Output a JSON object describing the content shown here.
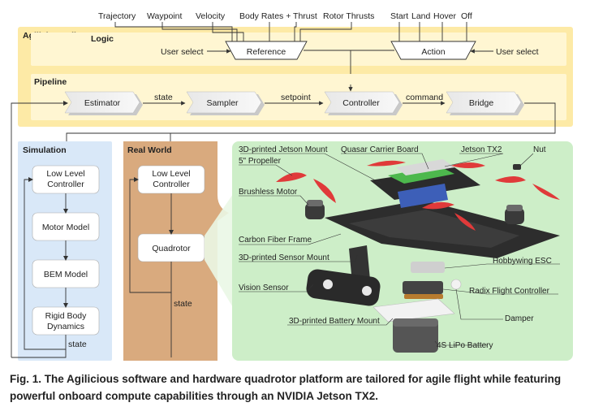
{
  "inputs": {
    "trajectory": "Trajectory",
    "waypoint": "Waypoint",
    "velocity": "Velocity",
    "body_rates_thrust": "Body Rates + Thrust",
    "rotor_thrusts": "Rotor Thrusts",
    "start": "Start",
    "land": "Land",
    "hover": "Hover",
    "off": "Off"
  },
  "pilot": {
    "title": "Agilicious Pilot",
    "logic_title": "Logic",
    "user_select_left": "User select",
    "reference": "Reference",
    "action": "Action",
    "user_select_right": "User select",
    "pipeline_title": "Pipeline",
    "estimator": "Estimator",
    "sampler": "Sampler",
    "controller": "Controller",
    "bridge": "Bridge",
    "state_label": "state",
    "setpoint_label": "setpoint",
    "command_label": "command"
  },
  "simulation": {
    "title": "Simulation",
    "low_level_controller": "Low Level Controller",
    "motor_model": "Motor Model",
    "bem_model": "BEM Model",
    "rigid_body_dynamics": "Rigid Body Dynamics",
    "state_label": "state"
  },
  "real_world": {
    "title": "Real World",
    "low_level_controller": "Low Level Controller",
    "quadrotor": "Quadrotor",
    "state_label": "state"
  },
  "hardware": {
    "jetson_mount": "3D-printed Jetson Mount",
    "quasar_board": "Quasar Carrier Board",
    "jetson_tx2": "Jetson TX2",
    "nut": "Nut",
    "propeller": "5\" Propeller",
    "brushless_motor": "Brushless Motor",
    "carbon_frame": "Carbon Fiber Frame",
    "sensor_mount": "3D-printed Sensor Mount",
    "hobbywing_esc": "Hobbywing ESC",
    "vision_sensor": "Vision Sensor",
    "radix_fc": "Radix Flight Controller",
    "damper": "Damper",
    "battery_mount": "3D-printed Battery Mount",
    "lipo_battery": "4S LiPo Battery"
  },
  "caption": {
    "fig_label": "Fig. 1.",
    "text": "The Agilicious software and hardware quadrotor platform are tailored for agile flight while featuring powerful onboard compute capabilities through an NVIDIA Jetson TX2."
  },
  "colors": {
    "pilot_bg": "#fdeaa6",
    "logic_bg": "#fff6d2",
    "simulation_bg": "#d9e8f8",
    "real_world_bg": "#d9aa7e",
    "hardware_bg": "#cdeec8",
    "propeller": "#e03a3a"
  }
}
